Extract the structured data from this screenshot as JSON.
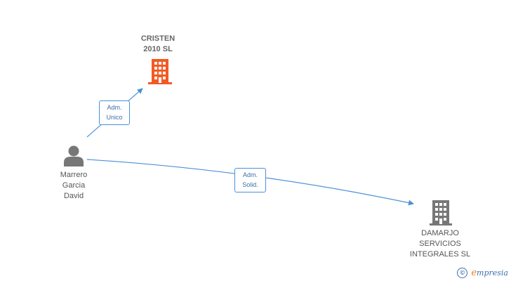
{
  "nodes": {
    "cristen": {
      "lines": [
        "CRISTEN",
        "2010 SL"
      ],
      "icon": "building-icon",
      "color": "#f15a24"
    },
    "person": {
      "lines": [
        "Marrero",
        "Garcia",
        "David"
      ],
      "icon": "person-icon",
      "color": "#777777"
    },
    "damarjo": {
      "lines": [
        "DAMARJO",
        "SERVICIOS",
        "INTEGRALES SL"
      ],
      "icon": "building-icon",
      "color": "#777777"
    }
  },
  "edges": [
    {
      "from": "person",
      "to": "cristen",
      "label": [
        "Adm.",
        "Unico"
      ]
    },
    {
      "from": "person",
      "to": "damarjo",
      "label": [
        "Adm.",
        "Solid."
      ]
    }
  ],
  "watermark": {
    "symbol": "©",
    "brand_initial": "e",
    "brand_rest": "mpresia"
  },
  "colors": {
    "edge": "#4a90d9",
    "focus_company": "#f15a24",
    "company": "#777777"
  }
}
